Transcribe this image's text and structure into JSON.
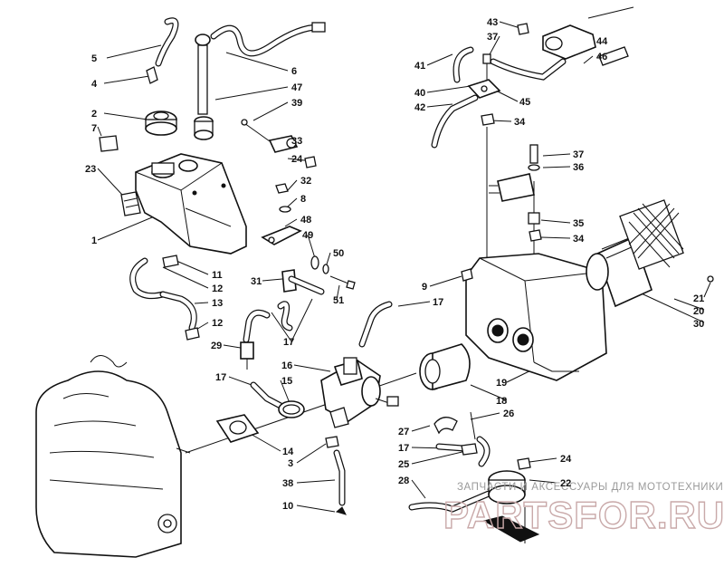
{
  "diagram": {
    "callouts": [
      {
        "id": "c5",
        "text": "5"
      },
      {
        "id": "c4",
        "text": "4"
      },
      {
        "id": "c2",
        "text": "2"
      },
      {
        "id": "c7",
        "text": "7"
      },
      {
        "id": "c23",
        "text": "23"
      },
      {
        "id": "c1",
        "text": "1"
      },
      {
        "id": "c6",
        "text": "6"
      },
      {
        "id": "c47",
        "text": "47"
      },
      {
        "id": "c39",
        "text": "39"
      },
      {
        "id": "c33",
        "text": "33"
      },
      {
        "id": "c24a",
        "text": "24"
      },
      {
        "id": "c32",
        "text": "32"
      },
      {
        "id": "c8",
        "text": "8"
      },
      {
        "id": "c48",
        "text": "48"
      },
      {
        "id": "c49",
        "text": "49"
      },
      {
        "id": "c50",
        "text": "50"
      },
      {
        "id": "c51",
        "text": "51"
      },
      {
        "id": "c11",
        "text": "11"
      },
      {
        "id": "c12a",
        "text": "12"
      },
      {
        "id": "c13",
        "text": "13"
      },
      {
        "id": "c12b",
        "text": "12"
      },
      {
        "id": "c31",
        "text": "31"
      },
      {
        "id": "c17a",
        "text": "17"
      },
      {
        "id": "c29",
        "text": "29"
      },
      {
        "id": "c16",
        "text": "16"
      },
      {
        "id": "c15",
        "text": "15"
      },
      {
        "id": "c17b",
        "text": "17"
      },
      {
        "id": "c14",
        "text": "14"
      },
      {
        "id": "c3",
        "text": "3"
      },
      {
        "id": "c38",
        "text": "38"
      },
      {
        "id": "c10",
        "text": "10"
      },
      {
        "id": "c43",
        "text": "43"
      },
      {
        "id": "c37a",
        "text": "37"
      },
      {
        "id": "c44",
        "text": "44"
      },
      {
        "id": "c46",
        "text": "46"
      },
      {
        "id": "c41",
        "text": "41"
      },
      {
        "id": "c40",
        "text": "40"
      },
      {
        "id": "c45",
        "text": "45"
      },
      {
        "id": "c42",
        "text": "42"
      },
      {
        "id": "c34a",
        "text": "34"
      },
      {
        "id": "c37b",
        "text": "37"
      },
      {
        "id": "c36",
        "text": "36"
      },
      {
        "id": "c35",
        "text": "35"
      },
      {
        "id": "c34b",
        "text": "34"
      },
      {
        "id": "c9",
        "text": "9"
      },
      {
        "id": "c17c",
        "text": "17"
      },
      {
        "id": "c19",
        "text": "19"
      },
      {
        "id": "c18",
        "text": "18"
      },
      {
        "id": "c26",
        "text": "26"
      },
      {
        "id": "c27",
        "text": "27"
      },
      {
        "id": "c17d",
        "text": "17"
      },
      {
        "id": "c25",
        "text": "25"
      },
      {
        "id": "c28",
        "text": "28"
      },
      {
        "id": "c24b",
        "text": "24"
      },
      {
        "id": "c22",
        "text": "22"
      },
      {
        "id": "c21",
        "text": "21"
      },
      {
        "id": "c20",
        "text": "20"
      },
      {
        "id": "c30",
        "text": "30"
      }
    ]
  },
  "watermark": {
    "tagline": "ЗАПЧАСТИ И АКСЕССУАРЫ ДЛЯ МОТОТЕХНИКИ",
    "url": "PARTSFOR.RU"
  }
}
